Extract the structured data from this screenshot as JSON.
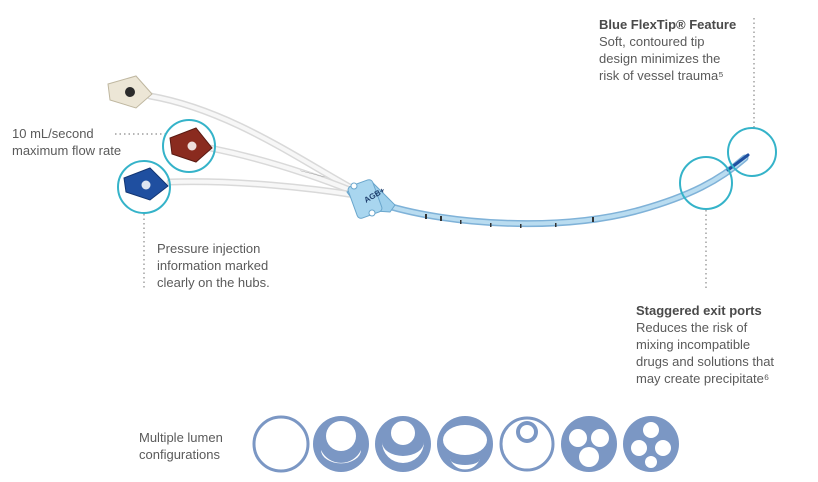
{
  "callouts": {
    "flextip": {
      "title": "Blue FlexTip® Feature",
      "lines": [
        "Soft, contoured tip",
        "design minimizes the",
        "risk of vessel trauma⁵"
      ]
    },
    "flow_rate": {
      "lines": [
        "10 mL/second",
        "maximum flow rate"
      ]
    },
    "pressure": {
      "lines": [
        "Pressure injection",
        "information marked",
        "clearly on the hubs."
      ]
    },
    "ports": {
      "title": "Staggered exit ports",
      "lines": [
        "Reduces the risk of",
        "mixing incompatible",
        "drugs and solutions that",
        "may create precipitate⁶"
      ]
    }
  },
  "lumens": {
    "label_lines": [
      "Multiple lumen",
      "configurations"
    ],
    "count": 7
  },
  "device": {
    "hub_label": "AGB+"
  },
  "colors": {
    "accent": "#35b3c9",
    "lumen_blue": "#7b97c4",
    "catheter_blue": "#a6cde6",
    "hub_red": "#8a2b1f",
    "hub_blue": "#1f4fa0",
    "hub_cream": "#ece6d6",
    "dotted_line": "#8a8a8a"
  }
}
